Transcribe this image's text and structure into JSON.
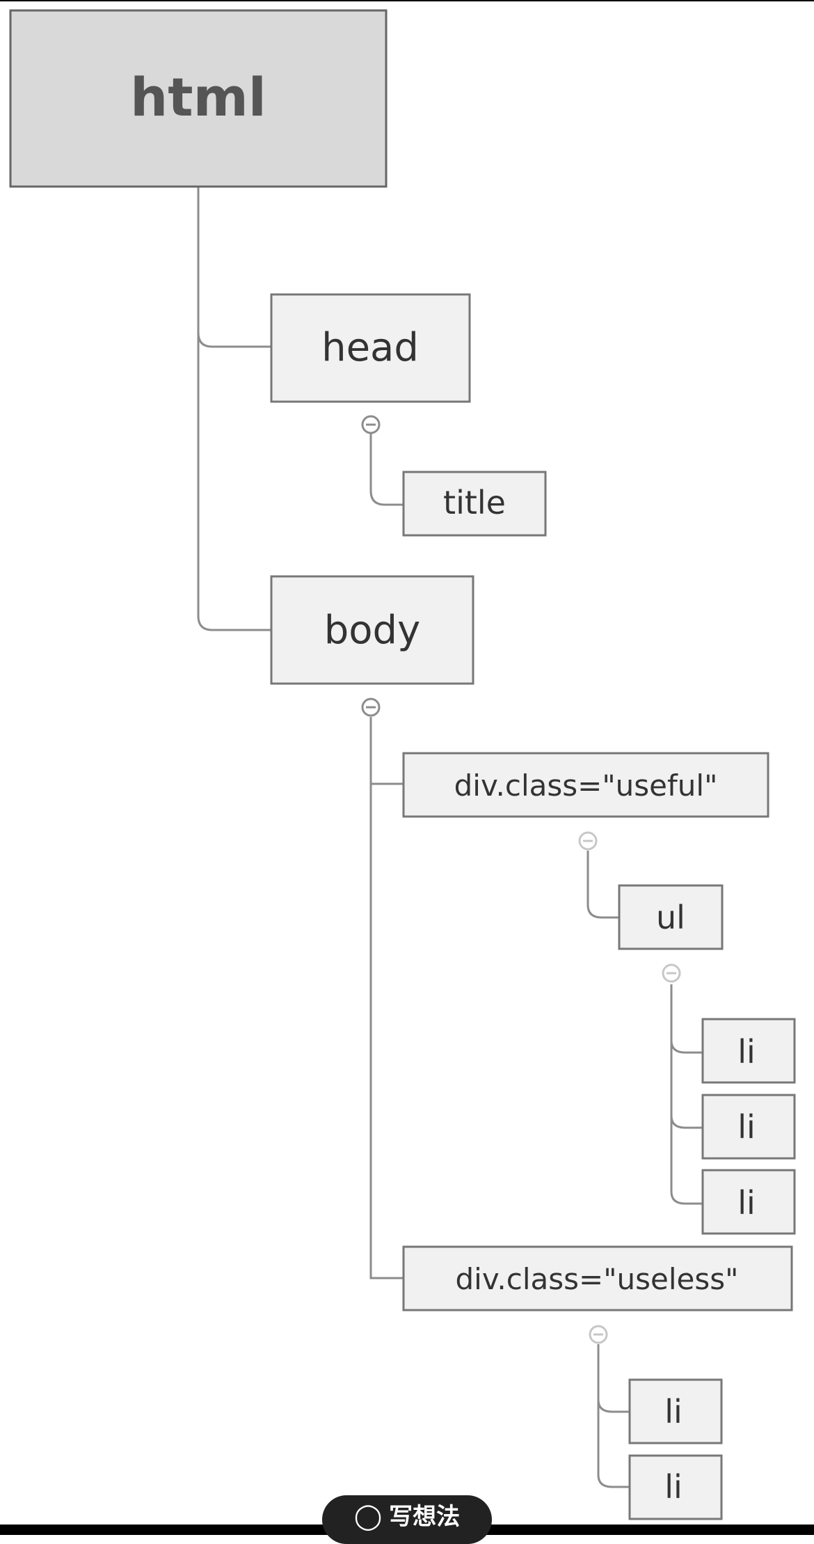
{
  "tree": {
    "html": "html",
    "head": "head",
    "title": "title",
    "body": "body",
    "div_useful": "div.class=\"useful\"",
    "ul": "ul",
    "useful_li_1": "li",
    "useful_li_2": "li",
    "useful_li_3": "li",
    "div_useless": "div.class=\"useless\"",
    "useless_li_1": "li",
    "useless_li_2": "li"
  },
  "colors": {
    "root_fill": "#d9d9d9",
    "node_fill": "#f1f1f1",
    "border": "#777777",
    "connector": "#8c8c8c",
    "text": "#333333"
  },
  "toolbar": {
    "write_label": "写想法",
    "write_icon": "search-icon"
  }
}
